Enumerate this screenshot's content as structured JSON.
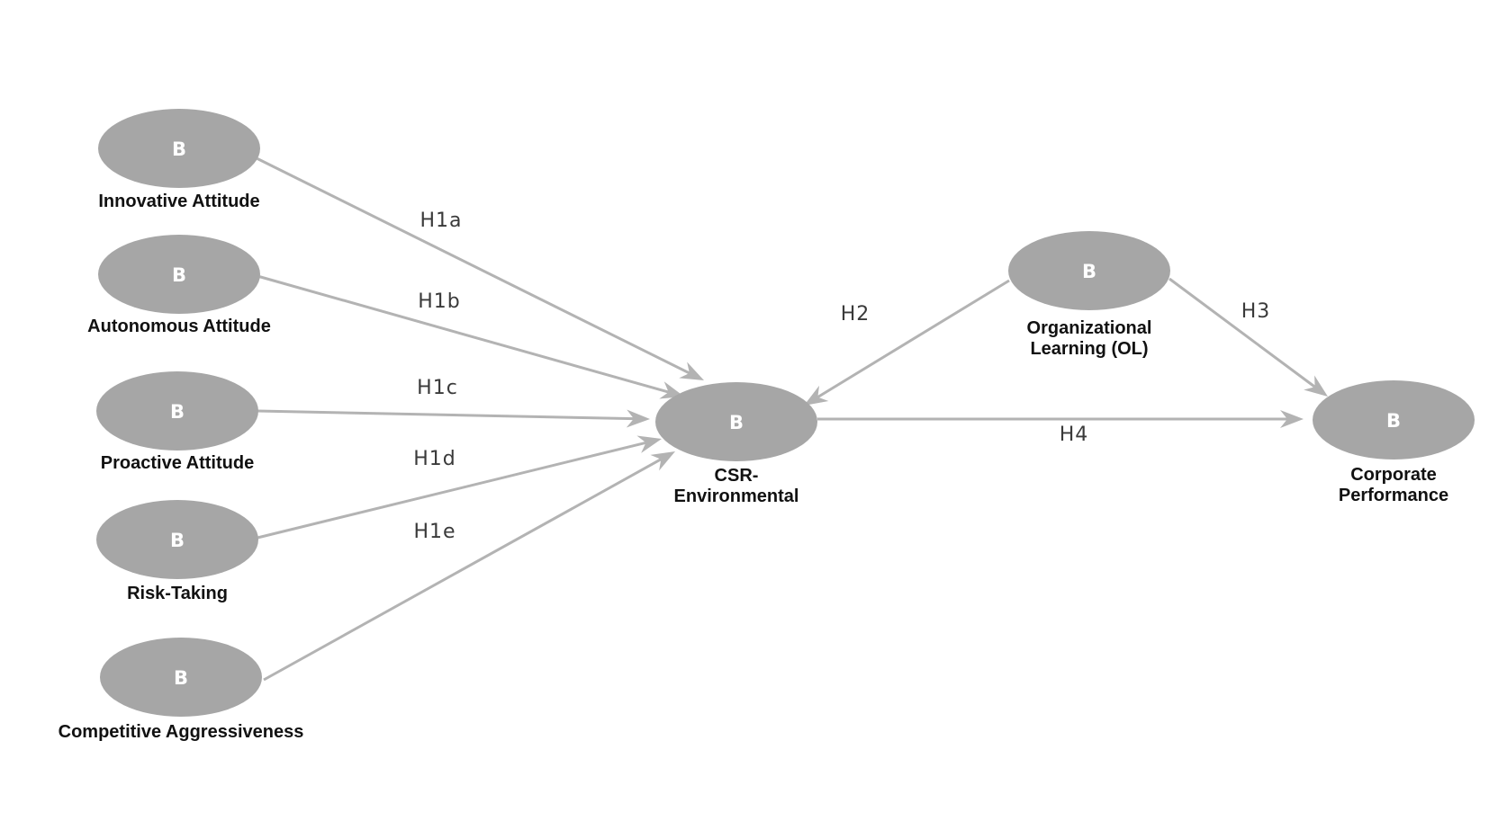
{
  "diagram": {
    "nodes": [
      {
        "id": "innovative",
        "letter": "B",
        "label_lines": [
          "Innovative Attitude"
        ]
      },
      {
        "id": "autonomous",
        "letter": "B",
        "label_lines": [
          "Autonomous Attitude"
        ]
      },
      {
        "id": "proactive",
        "letter": "B",
        "label_lines": [
          "Proactive Attitude"
        ]
      },
      {
        "id": "risk",
        "letter": "B",
        "label_lines": [
          "Risk-Taking"
        ]
      },
      {
        "id": "competitive",
        "letter": "B",
        "label_lines": [
          "Competitive Aggressiveness"
        ]
      },
      {
        "id": "csr",
        "letter": "B",
        "label_lines": [
          "CSR-",
          "Environmental"
        ]
      },
      {
        "id": "ol",
        "letter": "B",
        "label_lines": [
          "Organizational",
          "Learning (OL)"
        ]
      },
      {
        "id": "performance",
        "letter": "B",
        "label_lines": [
          "Corporate",
          "Performance"
        ]
      }
    ],
    "edges": [
      {
        "id": "h1a",
        "from": "innovative",
        "to": "csr",
        "label": "H1a"
      },
      {
        "id": "h1b",
        "from": "autonomous",
        "to": "csr",
        "label": "H1b"
      },
      {
        "id": "h1c",
        "from": "proactive",
        "to": "csr",
        "label": "H1c"
      },
      {
        "id": "h1d",
        "from": "risk",
        "to": "csr",
        "label": "H1d"
      },
      {
        "id": "h1e",
        "from": "competitive",
        "to": "csr",
        "label": "H1e"
      },
      {
        "id": "h2",
        "from": "ol",
        "to": "csr",
        "label": "H2"
      },
      {
        "id": "h3",
        "from": "ol",
        "to": "performance",
        "label": "H3"
      },
      {
        "id": "h4",
        "from": "csr",
        "to": "performance",
        "label": "H4"
      }
    ]
  }
}
